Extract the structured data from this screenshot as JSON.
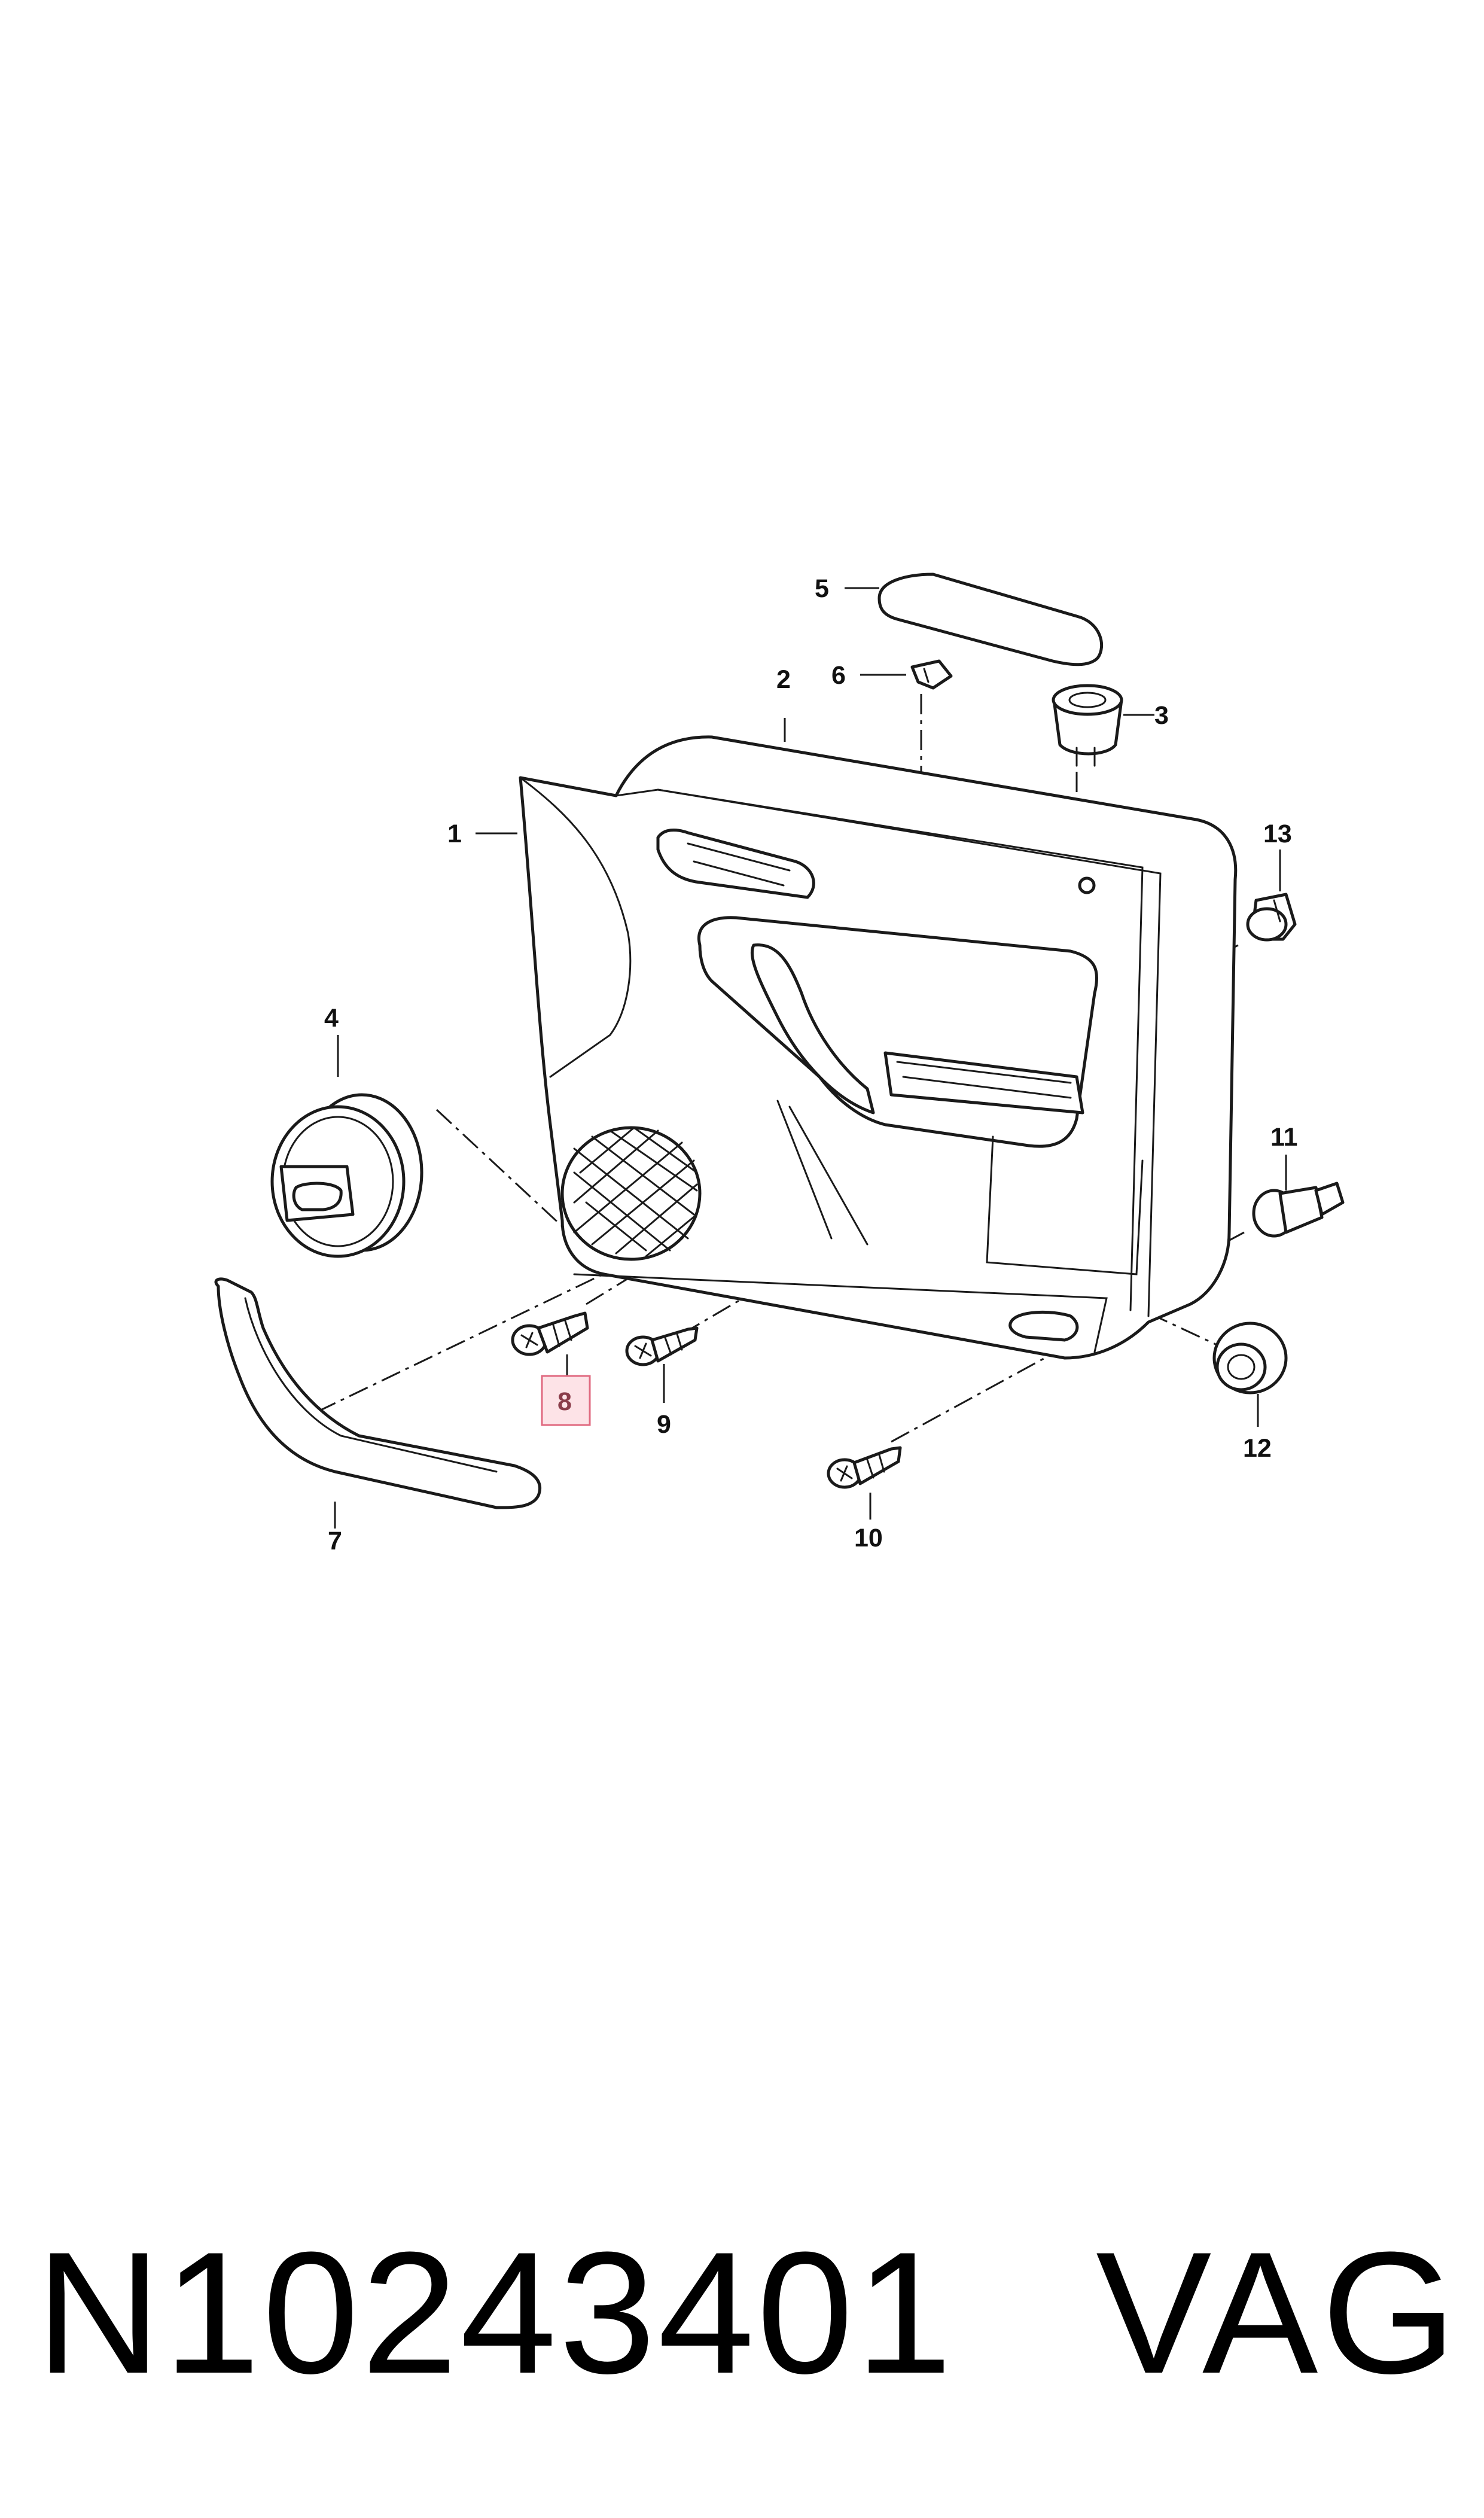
{
  "diagram": {
    "callouts": [
      {
        "id": "1",
        "label": "1"
      },
      {
        "id": "2",
        "label": "2"
      },
      {
        "id": "3",
        "label": "3"
      },
      {
        "id": "4",
        "label": "4"
      },
      {
        "id": "5",
        "label": "5"
      },
      {
        "id": "6",
        "label": "6"
      },
      {
        "id": "7",
        "label": "7"
      },
      {
        "id": "8",
        "label": "8",
        "highlighted": true
      },
      {
        "id": "9",
        "label": "9"
      },
      {
        "id": "10",
        "label": "10"
      },
      {
        "id": "11",
        "label": "11"
      },
      {
        "id": "12",
        "label": "12"
      },
      {
        "id": "13",
        "label": "13"
      }
    ],
    "highlight_color": "#fde3e7",
    "highlight_border": "#e06a80"
  },
  "footer": {
    "part_number": "N10243401",
    "brand": "VAG"
  }
}
